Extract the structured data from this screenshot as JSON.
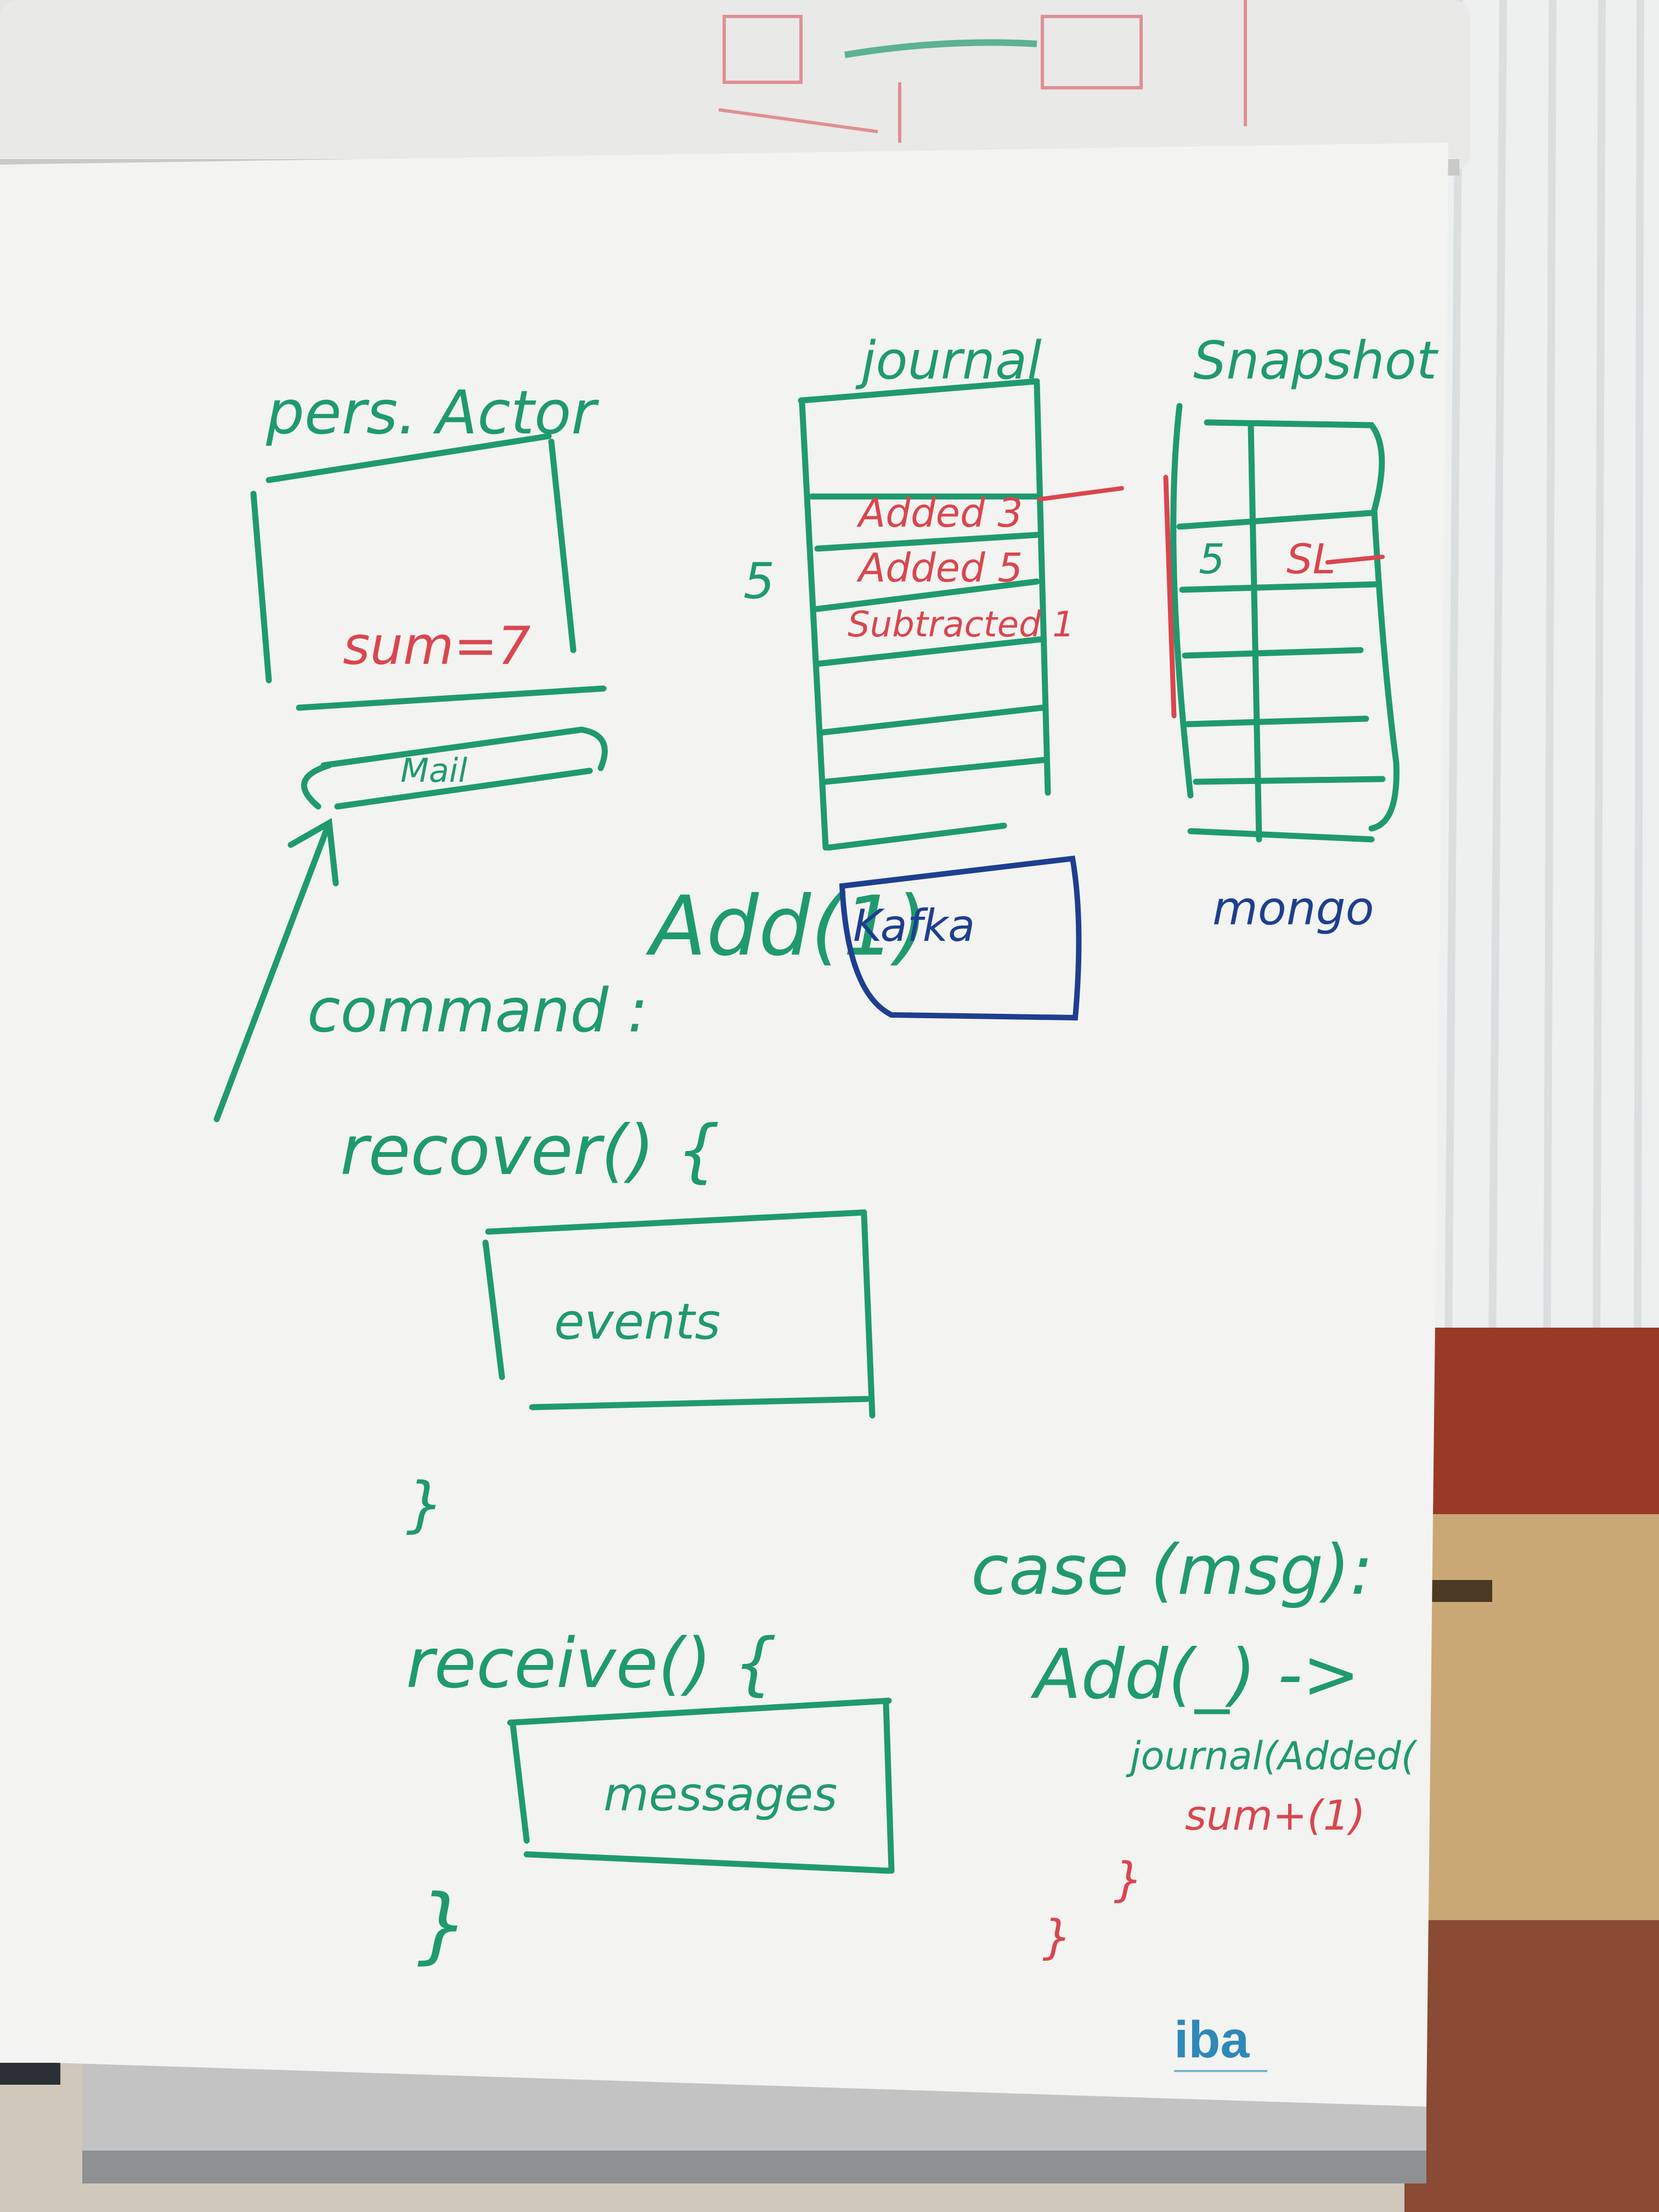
{
  "colors": {
    "marker_green": "#1f9a6e",
    "marker_red": "#d9464e",
    "marker_blue": "#1d3f8f",
    "paper": "#f3f3f1",
    "logo_blue": "#2e89b8"
  },
  "actor": {
    "title": "pers. Actor",
    "state": "sum=7",
    "mailbox": "Mail"
  },
  "command": {
    "label": "command :",
    "value": "Add(1)"
  },
  "journal": {
    "title": "journal",
    "entries": [
      "Added 3",
      "Added 5",
      "Subtracted 1"
    ],
    "side_label": "5",
    "storage": "Kafka"
  },
  "snapshot": {
    "title": "Snapshot",
    "cells": [
      "5",
      "SL"
    ],
    "storage": "mongo"
  },
  "recover": {
    "open": "recover() {",
    "inner": "events",
    "close": "}"
  },
  "receive": {
    "open": "receive() {",
    "inner": "messages",
    "close": "}"
  },
  "case_block": {
    "head": "case (msg):",
    "pattern": "Add(_) ->",
    "journal_call": "journal(Added(",
    "sum_call": "sum+(1)",
    "close_inner": "}",
    "close_outer": "}"
  },
  "logo": {
    "text": "iba"
  }
}
